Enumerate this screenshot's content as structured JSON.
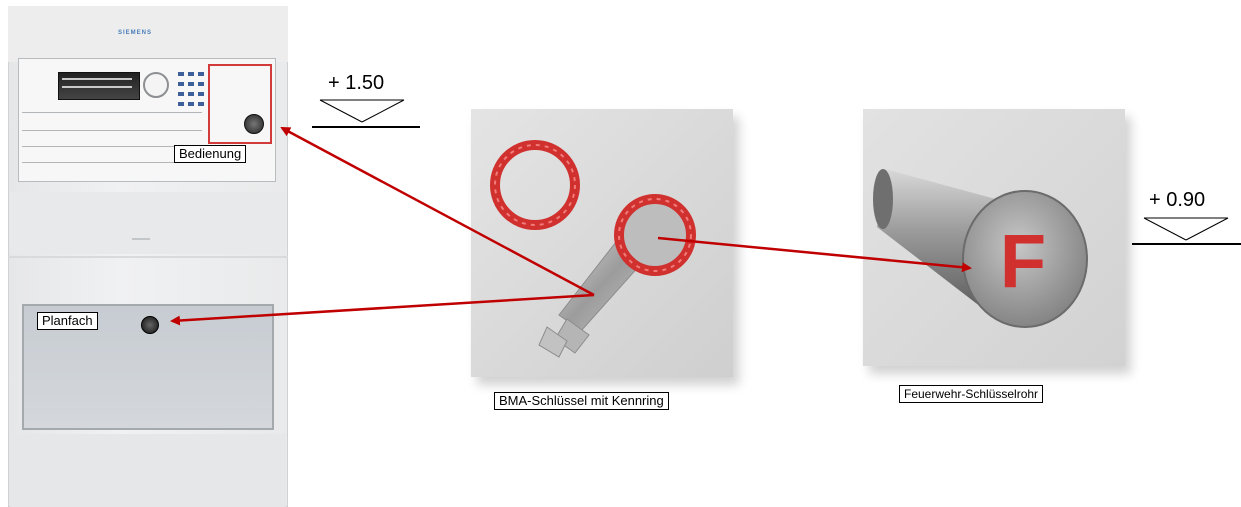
{
  "panel": {
    "brand": "SIEMENS"
  },
  "labels": {
    "bedienung": "Bedienung",
    "planfach": "Planfach",
    "bma_key": "BMA-Schlüssel mit Kennring",
    "key_tube": "Feuerwehr-Schlüsselrohr"
  },
  "levels": {
    "upper": "+ 1.50",
    "lower": "+ 0.90"
  },
  "tube_letter": "F",
  "colors": {
    "arrow": "#c00000",
    "ring": "#d0302e",
    "panel_accent": "#d23b3b"
  }
}
